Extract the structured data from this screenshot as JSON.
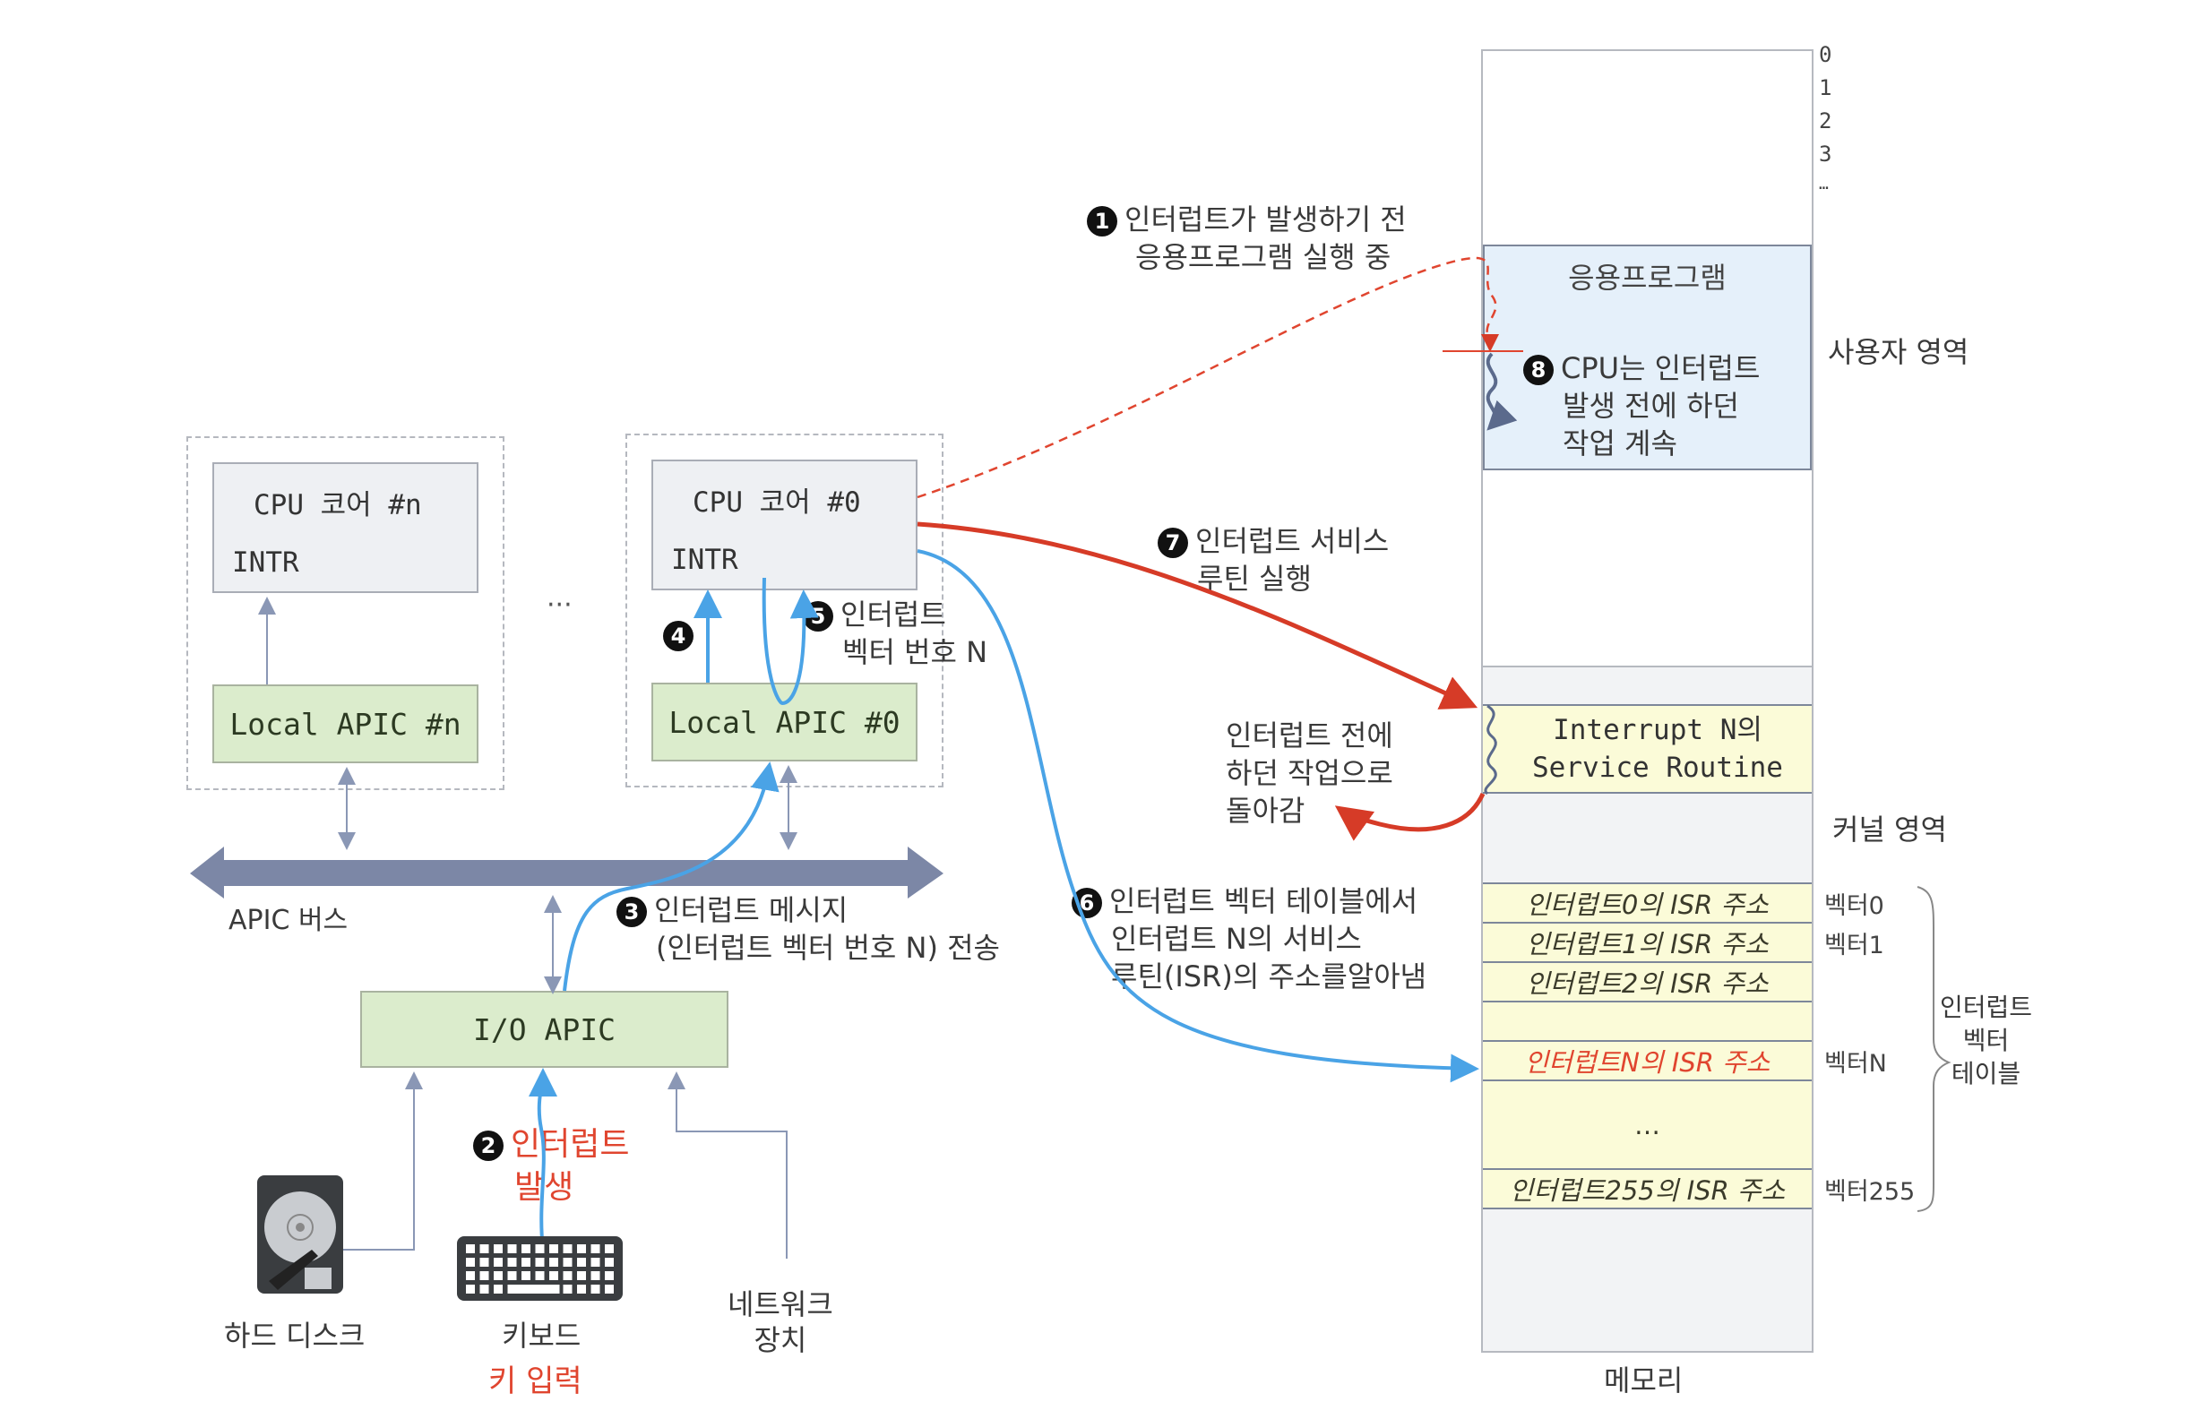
{
  "cores": {
    "core_n": {
      "cpu_label": "CPU 코어 #n",
      "intr_label": "INTR",
      "apic_label": "Local APIC #n"
    },
    "core_0": {
      "cpu_label": "CPU 코어 #0",
      "intr_label": "INTR",
      "apic_label": "Local APIC #0"
    },
    "ellipsis": "···"
  },
  "bus": {
    "label": "APIC 버스"
  },
  "io_apic": {
    "label": "I/O APIC"
  },
  "devices": {
    "hard_disk": "하드 디스크",
    "keyboard": "키보드",
    "key_input": "키 입력",
    "network": [
      "네트워크",
      "장치"
    ]
  },
  "steps": {
    "s1": {
      "num": "1",
      "lines": [
        "인터럽트가 발생하기 전",
        "응용프로그램 실행 중"
      ]
    },
    "s2": {
      "num": "2",
      "lines": [
        "인터럽트",
        "발생"
      ]
    },
    "s3": {
      "num": "3",
      "lines": [
        "인터럽트 메시지",
        "(인터럽트 벡터 번호 N) 전송"
      ]
    },
    "s4": {
      "num": "4"
    },
    "s5": {
      "num": "5",
      "lines": [
        "인터럽트",
        "벡터 번호 N"
      ]
    },
    "s6": {
      "num": "6",
      "lines": [
        "인터럽트 벡터 테이블에서",
        "인터럽트 N의 서비스",
        "루틴(ISR)의 주소를알아냄"
      ]
    },
    "s7": {
      "num": "7",
      "lines": [
        "인터럽트 서비스",
        "루틴 실행"
      ]
    },
    "s8": {
      "num": "8",
      "lines": [
        "CPU는 인터럽트",
        "발생 전에 하던",
        "작업 계속"
      ]
    },
    "return": {
      "lines": [
        "인터럽트 전에",
        "하던 작업으로",
        "돌아감"
      ]
    }
  },
  "memory": {
    "label": "메모리",
    "addresses": [
      "0",
      "1",
      "2",
      "3",
      "…"
    ],
    "app_label": "응용프로그램",
    "user_area": "사용자 영역",
    "kernel_area": "커널 영역",
    "isr_lines": [
      "Interrupt N의",
      "Service Routine"
    ],
    "vector_table": [
      {
        "entry": "인터럽트0의 ISR 주소",
        "vector": "벡터0"
      },
      {
        "entry": "인터럽트1의 ISR 주소",
        "vector": "벡터1"
      },
      {
        "entry": "인터럽트2의 ISR 주소",
        "vector": ""
      },
      {
        "entry": "",
        "vector": ""
      },
      {
        "entry": "인터럽트N의 ISR 주소",
        "vector": "벡터N",
        "highlight": true
      },
      {
        "entry": "…",
        "vector": ""
      },
      {
        "entry": "인터럽트255의 ISR 주소",
        "vector": "벡터255"
      }
    ],
    "table_label": [
      "인터럽트",
      "벡터",
      "테이블"
    ]
  },
  "colors": {
    "red": "#e0452f",
    "blue": "#4aa3e6",
    "gray_arrow": "#8a97b5",
    "bus": "#7c87a6"
  }
}
